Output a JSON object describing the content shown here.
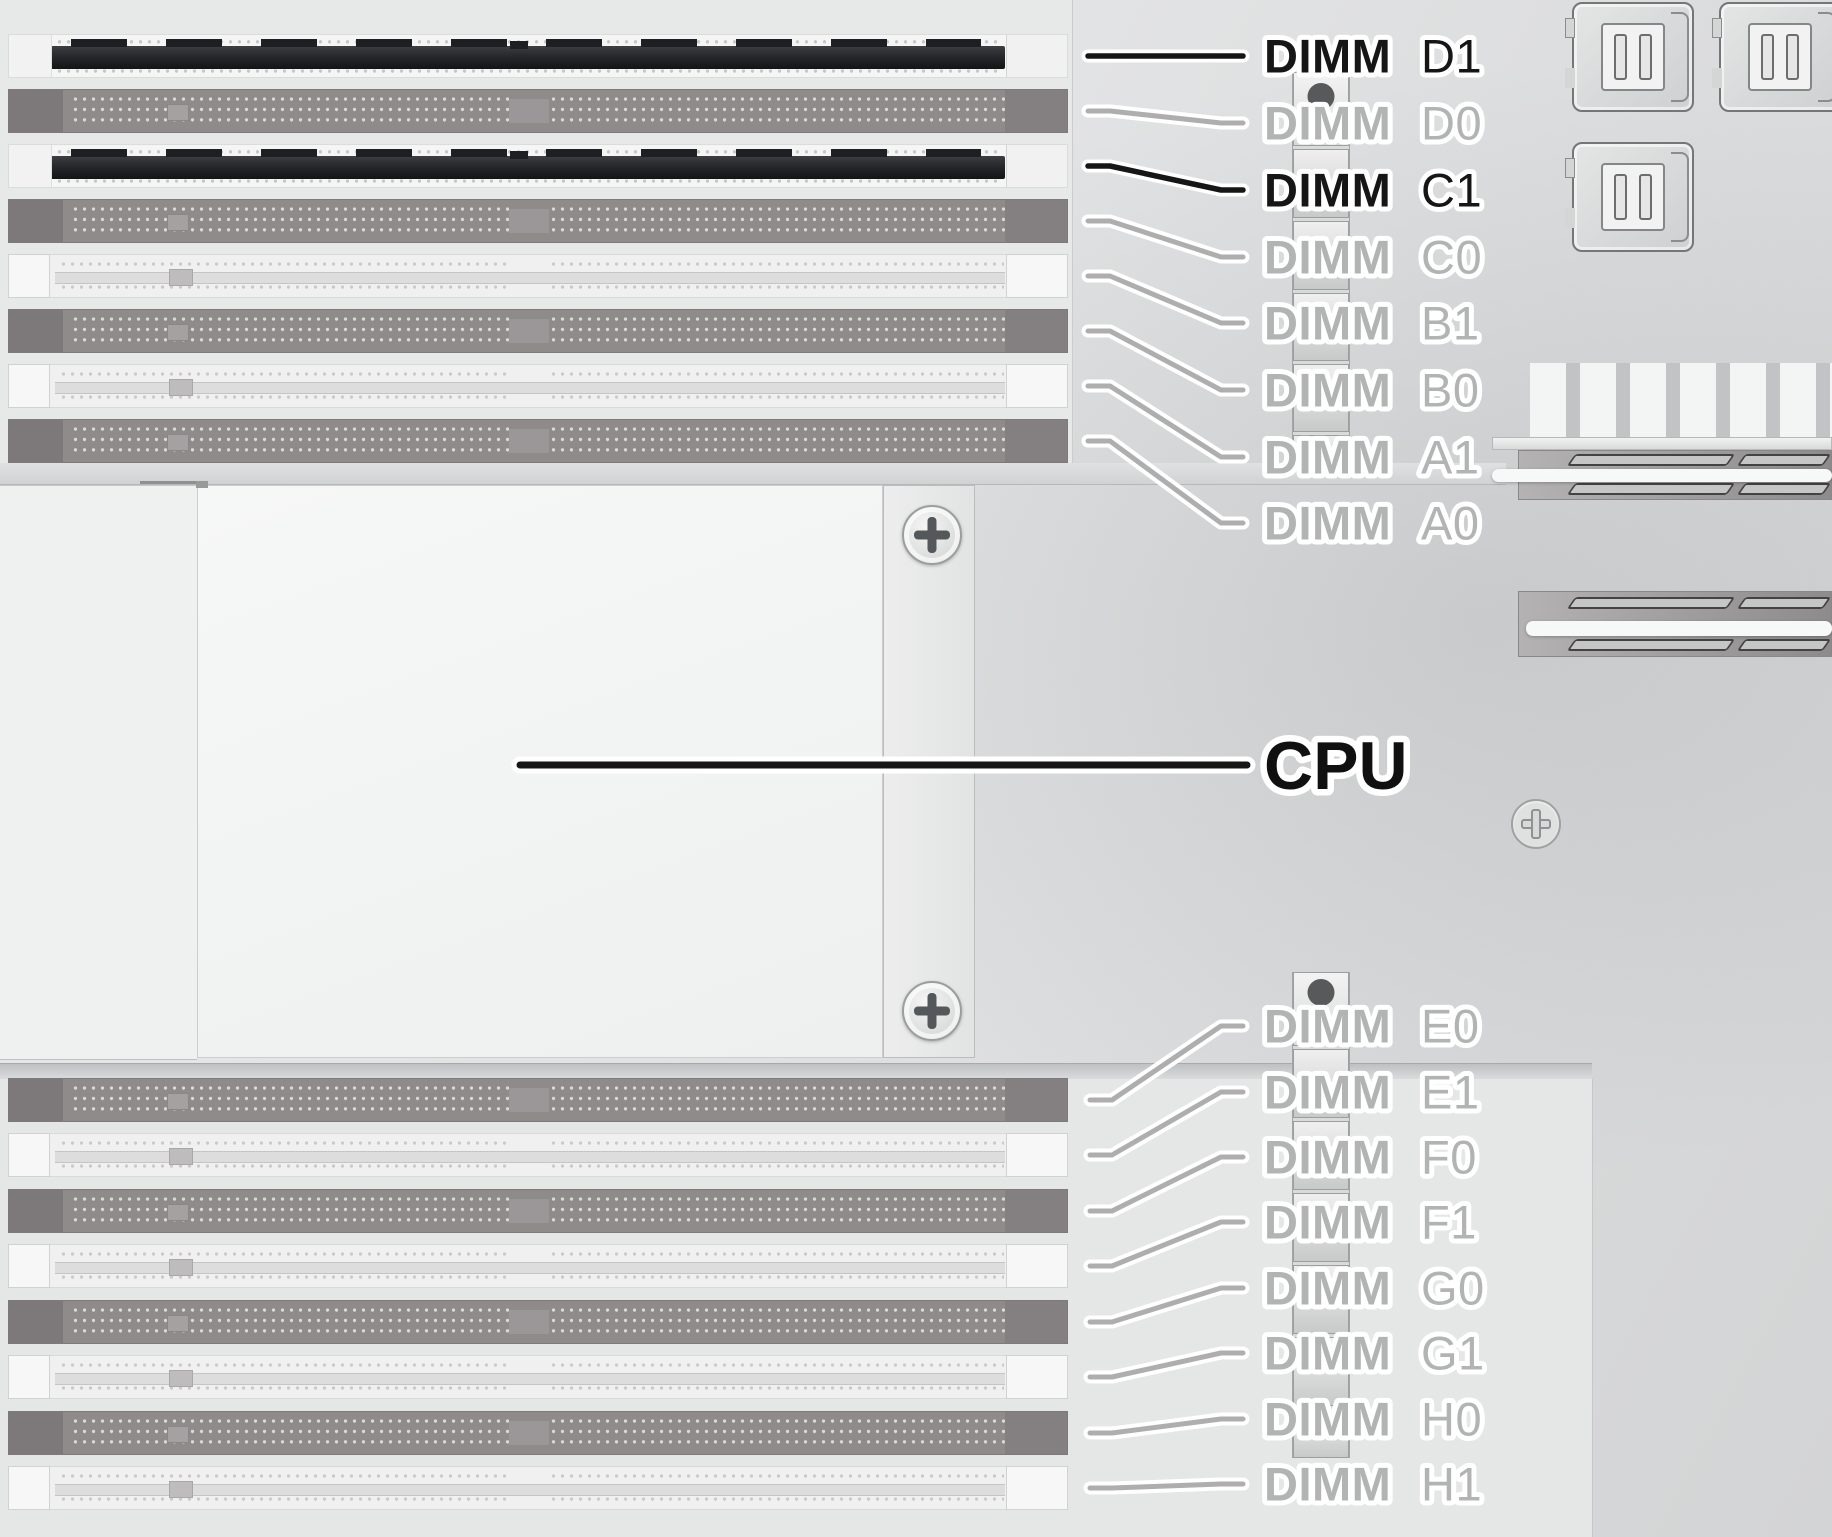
{
  "cpu": {
    "label": "CPU"
  },
  "dimm_banks": {
    "top": {
      "items": [
        {
          "prefix": "DIMM",
          "slot": "D1",
          "installed": true,
          "emphasis": "highlight"
        },
        {
          "prefix": "DIMM",
          "slot": "D0",
          "installed": false,
          "emphasis": "muted"
        },
        {
          "prefix": "DIMM",
          "slot": "C1",
          "installed": true,
          "emphasis": "highlight"
        },
        {
          "prefix": "DIMM",
          "slot": "C0",
          "installed": false,
          "emphasis": "muted"
        },
        {
          "prefix": "DIMM",
          "slot": "B1",
          "installed": false,
          "emphasis": "muted"
        },
        {
          "prefix": "DIMM",
          "slot": "B0",
          "installed": false,
          "emphasis": "muted"
        },
        {
          "prefix": "DIMM",
          "slot": "A1",
          "installed": false,
          "emphasis": "muted"
        },
        {
          "prefix": "DIMM",
          "slot": "A0",
          "installed": false,
          "emphasis": "muted"
        }
      ]
    },
    "bottom": {
      "items": [
        {
          "prefix": "DIMM",
          "slot": "E0",
          "installed": false,
          "emphasis": "muted"
        },
        {
          "prefix": "DIMM",
          "slot": "E1",
          "installed": false,
          "emphasis": "muted"
        },
        {
          "prefix": "DIMM",
          "slot": "F0",
          "installed": false,
          "emphasis": "muted"
        },
        {
          "prefix": "DIMM",
          "slot": "F1",
          "installed": false,
          "emphasis": "muted"
        },
        {
          "prefix": "DIMM",
          "slot": "G0",
          "installed": false,
          "emphasis": "muted"
        },
        {
          "prefix": "DIMM",
          "slot": "G1",
          "installed": false,
          "emphasis": "muted"
        },
        {
          "prefix": "DIMM",
          "slot": "H0",
          "installed": false,
          "emphasis": "muted"
        },
        {
          "prefix": "DIMM",
          "slot": "H1",
          "installed": false,
          "emphasis": "muted"
        }
      ]
    }
  },
  "installed_slots": [
    "D1",
    "C1"
  ],
  "colors": {
    "label_highlight": "#161616",
    "label_muted": "#b2b3b3",
    "line_highlight": "#161616",
    "line_muted": "#aeaeae",
    "installed_module": "#26282b",
    "background": "#e2e3e4"
  }
}
